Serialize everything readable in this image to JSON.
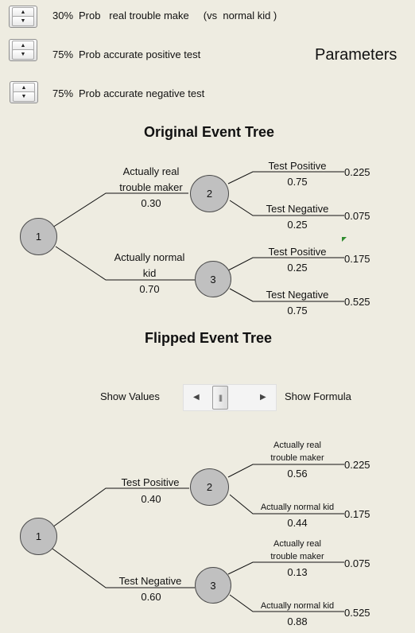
{
  "parameters": {
    "heading": "Parameters",
    "rows": [
      {
        "value": "30%",
        "text": "Prob   real trouble make     (vs  normal kid )"
      },
      {
        "value": "75%",
        "text": "Prob accurate positive test"
      },
      {
        "value": "75%",
        "text": "Prob accurate negative test"
      }
    ]
  },
  "original_tree": {
    "title": "Original Event Tree",
    "root": "1",
    "upper": {
      "label_line1": "Actually real",
      "label_line2": "trouble maker",
      "prob": "0.30",
      "node": "2",
      "branches": [
        {
          "label": "Test Positive",
          "prob": "0.75",
          "end": "0.225"
        },
        {
          "label": "Test Negative",
          "prob": "0.25",
          "end": "0.075"
        }
      ]
    },
    "lower": {
      "label_line1": "Actually normal",
      "label_line2": "kid",
      "prob": "0.70",
      "node": "3",
      "branches": [
        {
          "label": "Test Positive",
          "prob": "0.25",
          "end": "0.175"
        },
        {
          "label": "Test Negative",
          "prob": "0.75",
          "end": "0.525"
        }
      ]
    }
  },
  "flipped_tree": {
    "title": "Flipped Event Tree",
    "toggle": {
      "left_label": "Show Values",
      "right_label": "Show Formula"
    },
    "root": "1",
    "upper": {
      "label": "Test Positive",
      "prob": "0.40",
      "node": "2",
      "branches": [
        {
          "label_line1": "Actually real",
          "label_line2": "trouble maker",
          "prob": "0.56",
          "end": "0.225"
        },
        {
          "label_line1": "Actually normal kid",
          "label_line2": "",
          "prob": "0.44",
          "end": "0.175"
        }
      ]
    },
    "lower": {
      "label": "Test Negative",
      "prob": "0.60",
      "node": "3",
      "branches": [
        {
          "label_line1": "Actually real",
          "label_line2": "trouble maker",
          "prob": "0.13",
          "end": "0.075"
        },
        {
          "label_line1": "Actually normal kid",
          "label_line2": "",
          "prob": "0.88",
          "end": "0.525"
        }
      ]
    }
  }
}
